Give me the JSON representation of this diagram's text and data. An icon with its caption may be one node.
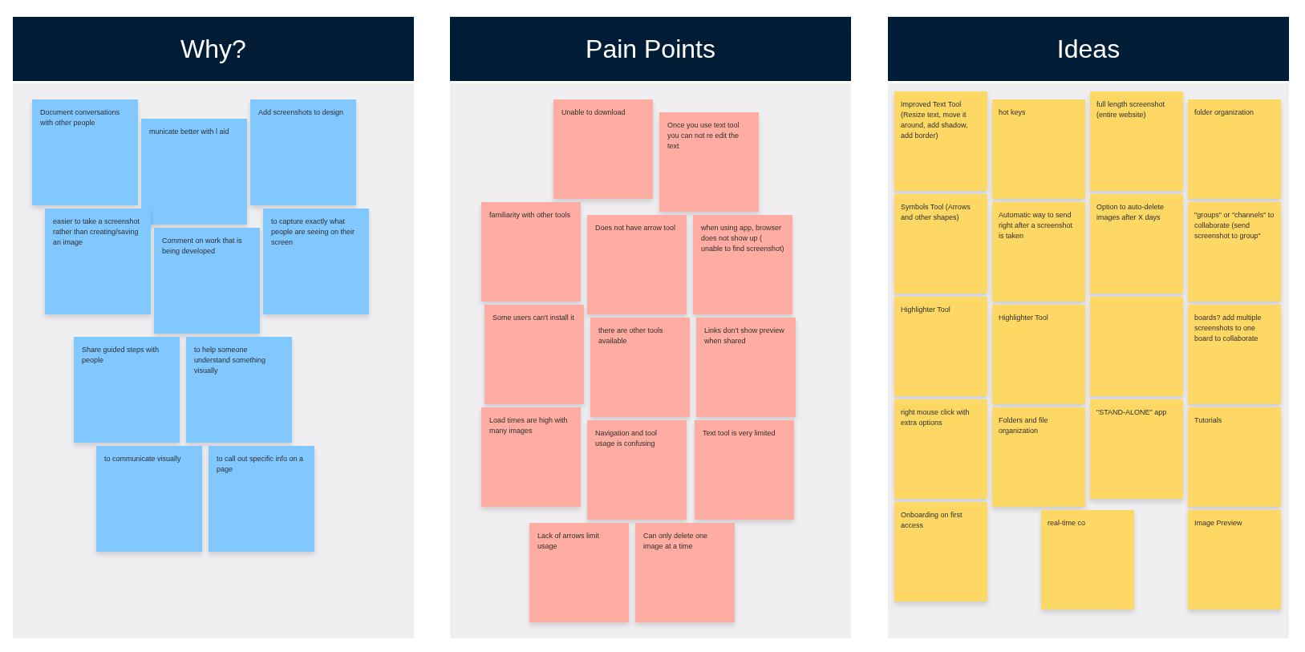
{
  "diagram": {
    "nodes": [
      {
        "text": [
          "Why?"
        ]
      },
      {
        "text": [
          "Document conversations with other people"
        ],
        "in": 0
      },
      {
        "text": [
          "municate better with l aid"
        ],
        "in": 0
      },
      {
        "text": [
          "Add screenshots to design"
        ],
        "in": 0
      },
      {
        "text": [
          "easier to take a screenshot rather than creating/saving an image"
        ],
        "in": 0
      },
      {
        "text": [
          "Comment on work that is being developed"
        ],
        "in": 0
      },
      {
        "text": [
          "to capture exactly what people are seeing on their screen"
        ],
        "in": 0
      },
      {
        "text": [
          "Share guided steps with people"
        ],
        "in": 0
      },
      {
        "text": [
          "to help someone understand something visually"
        ],
        "in": 0
      },
      {
        "text": [
          "to communicate visually"
        ],
        "in": 0
      },
      {
        "text": [
          "to call out specific info on a page"
        ],
        "in": 0
      },
      {
        "text": [
          "Pain Points"
        ]
      },
      {
        "text": [
          "Unable to download"
        ],
        "in": 11
      },
      {
        "text": [
          "Once you use text tool you can not re edit the text"
        ],
        "in": 11
      },
      {
        "text": [
          "familiarity with other tools"
        ],
        "in": 11
      },
      {
        "text": [
          "Does not have arrow tool"
        ],
        "in": 11
      },
      {
        "text": [
          "when using app, browser does not show up ( unable to find screenshot)"
        ],
        "in": 11
      },
      {
        "text": [
          "Some users can't install it"
        ],
        "in": 11
      },
      {
        "text": [
          "there are other tools available"
        ],
        "in": 11
      },
      {
        "text": [
          "Links don't show preview when shared"
        ],
        "in": 11
      },
      {
        "text": [
          "Load times are high with many images"
        ],
        "in": 11
      },
      {
        "text": [
          "Navigation and tool usage is confusing"
        ],
        "in": 11
      },
      {
        "text": [
          "Text tool is very limited"
        ],
        "in": 11
      },
      {
        "text": [
          "Lack of arrows limit usage"
        ],
        "in": 11
      },
      {
        "text": [
          "Can only delete one image at a time"
        ],
        "in": 11
      },
      {
        "text": [
          "Ideas"
        ]
      },
      {
        "text": [
          "Improved Text Tool (Resize text, move it around, add shadow, add border)"
        ],
        "in": 25
      },
      {
        "text": [
          "hot keys"
        ],
        "in": 25
      },
      {
        "text": [
          "full length screenshot (entire website)"
        ],
        "in": 25
      },
      {
        "text": [
          "folder organization"
        ],
        "in": 25
      },
      {
        "text": [
          "Symbols Tool (Arrows and other shapes)"
        ],
        "in": 25
      },
      {
        "text": [
          "Automatic way to send right after a screenshot is taken"
        ],
        "in": 25
      },
      {
        "text": [
          "Option to auto-delete images after X days"
        ],
        "in": 25
      },
      {
        "text": [
          "\"groups\" or \"channels\" to collaborate (send screenshot to group\""
        ],
        "in": 25
      },
      {
        "text": [
          "Highlighter Tool"
        ],
        "in": 25
      },
      {
        "text": [
          "Highlighter Tool"
        ],
        "in": 25
      },
      {
        "text": [],
        "shape": "box",
        "in": 25
      },
      {
        "text": [
          "boards? add multiple screenshots to one board to collaborate"
        ],
        "in": 25
      },
      {
        "text": [
          "right mouse click with extra options"
        ],
        "in": 25
      },
      {
        "text": [
          "Folders and file organization"
        ],
        "in": 25
      },
      {
        "text": [
          "\"STAND-ALONE\" app"
        ],
        "in": 25
      },
      {
        "text": [
          "Tutorials"
        ],
        "in": 25
      },
      {
        "text": [
          "Onboarding on first access"
        ],
        "in": 25
      },
      {
        "text": [
          "real-time co"
        ],
        "in": 25
      },
      {
        "text": [
          "Image Preview"
        ],
        "in": 25
      }
    ]
  }
}
